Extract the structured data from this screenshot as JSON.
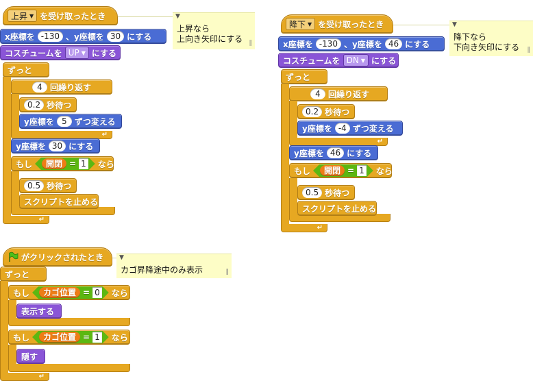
{
  "script_up": {
    "hat_dropdown": "上昇",
    "hat_label": "を受け取ったとき",
    "set_xy": {
      "x_prefix": "x座標を",
      "x_val": "-130",
      "sep": "、y座標を",
      "y_val": "30",
      "suffix": "にする"
    },
    "costume": {
      "prefix": "コスチュームを",
      "value": "UP",
      "suffix": "にする"
    },
    "forever": "ずっと",
    "repeat": {
      "count": "4",
      "label": "回繰り返す"
    },
    "wait1": {
      "val": "0.2",
      "label": "秒待つ"
    },
    "change_y": {
      "prefix": "y座標を",
      "val": "5",
      "suffix": "ずつ変える"
    },
    "set_y": {
      "prefix": "y座標を",
      "val": "30",
      "suffix": "にする"
    },
    "if": {
      "label": "もし",
      "var": "開閉",
      "op": "=",
      "val": "1",
      "then": "なら"
    },
    "wait2": {
      "val": "0.5",
      "label": "秒待つ"
    },
    "stop": "スクリプトを止める",
    "note": [
      "上昇なら",
      "上向き矢印にする"
    ]
  },
  "script_down": {
    "hat_dropdown": "降下",
    "hat_label": "を受け取ったとき",
    "set_xy": {
      "x_prefix": "x座標を",
      "x_val": "-130",
      "sep": "、y座標を",
      "y_val": "46",
      "suffix": "にする"
    },
    "costume": {
      "prefix": "コスチュームを",
      "value": "DN",
      "suffix": "にする"
    },
    "forever": "ずっと",
    "repeat": {
      "count": "4",
      "label": "回繰り返す"
    },
    "wait1": {
      "val": "0.2",
      "label": "秒待つ"
    },
    "change_y": {
      "prefix": "y座標を",
      "val": "-4",
      "suffix": "ずつ変える"
    },
    "set_y": {
      "prefix": "y座標を",
      "val": "46",
      "suffix": "にする"
    },
    "if": {
      "label": "もし",
      "var": "開閉",
      "op": "=",
      "val": "1",
      "then": "なら"
    },
    "wait2": {
      "val": "0.5",
      "label": "秒待つ"
    },
    "stop": "スクリプトを止める",
    "note": [
      "降下なら",
      "下向き矢印にする"
    ]
  },
  "script_flag": {
    "hat_label": "がクリックされたとき",
    "forever": "ずっと",
    "if1": {
      "label": "もし",
      "var": "カゴ位置",
      "op": "=",
      "val": "0",
      "then": "なら"
    },
    "show": "表示する",
    "if2": {
      "label": "もし",
      "var": "カゴ位置",
      "op": "=",
      "val": "1",
      "then": "なら"
    },
    "hide": "隠す",
    "note": [
      "カゴ昇降途中のみ表示"
    ]
  }
}
